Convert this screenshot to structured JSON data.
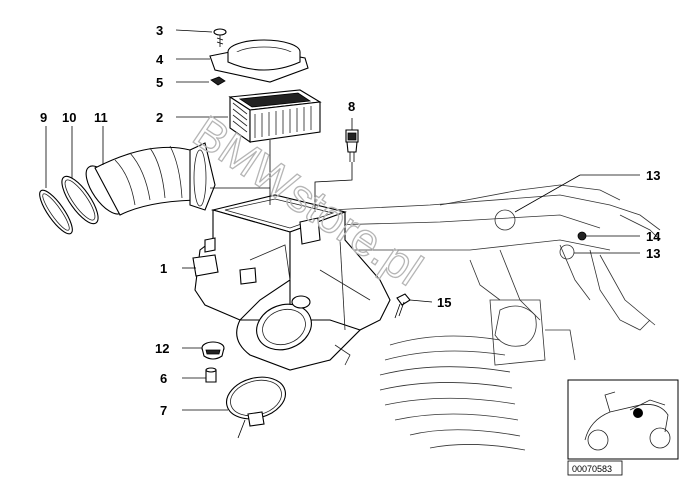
{
  "callouts": {
    "c1": "1",
    "c2": "2",
    "c3": "3",
    "c4": "4",
    "c5": "5",
    "c6": "6",
    "c7": "7",
    "c8": "8",
    "c9": "9",
    "c10": "10",
    "c11": "11",
    "c12": "12",
    "c13a": "13",
    "c13b": "13",
    "c14": "14",
    "c15": "15"
  },
  "watermark": "BMWstore.pl",
  "doc_id": "00070583"
}
